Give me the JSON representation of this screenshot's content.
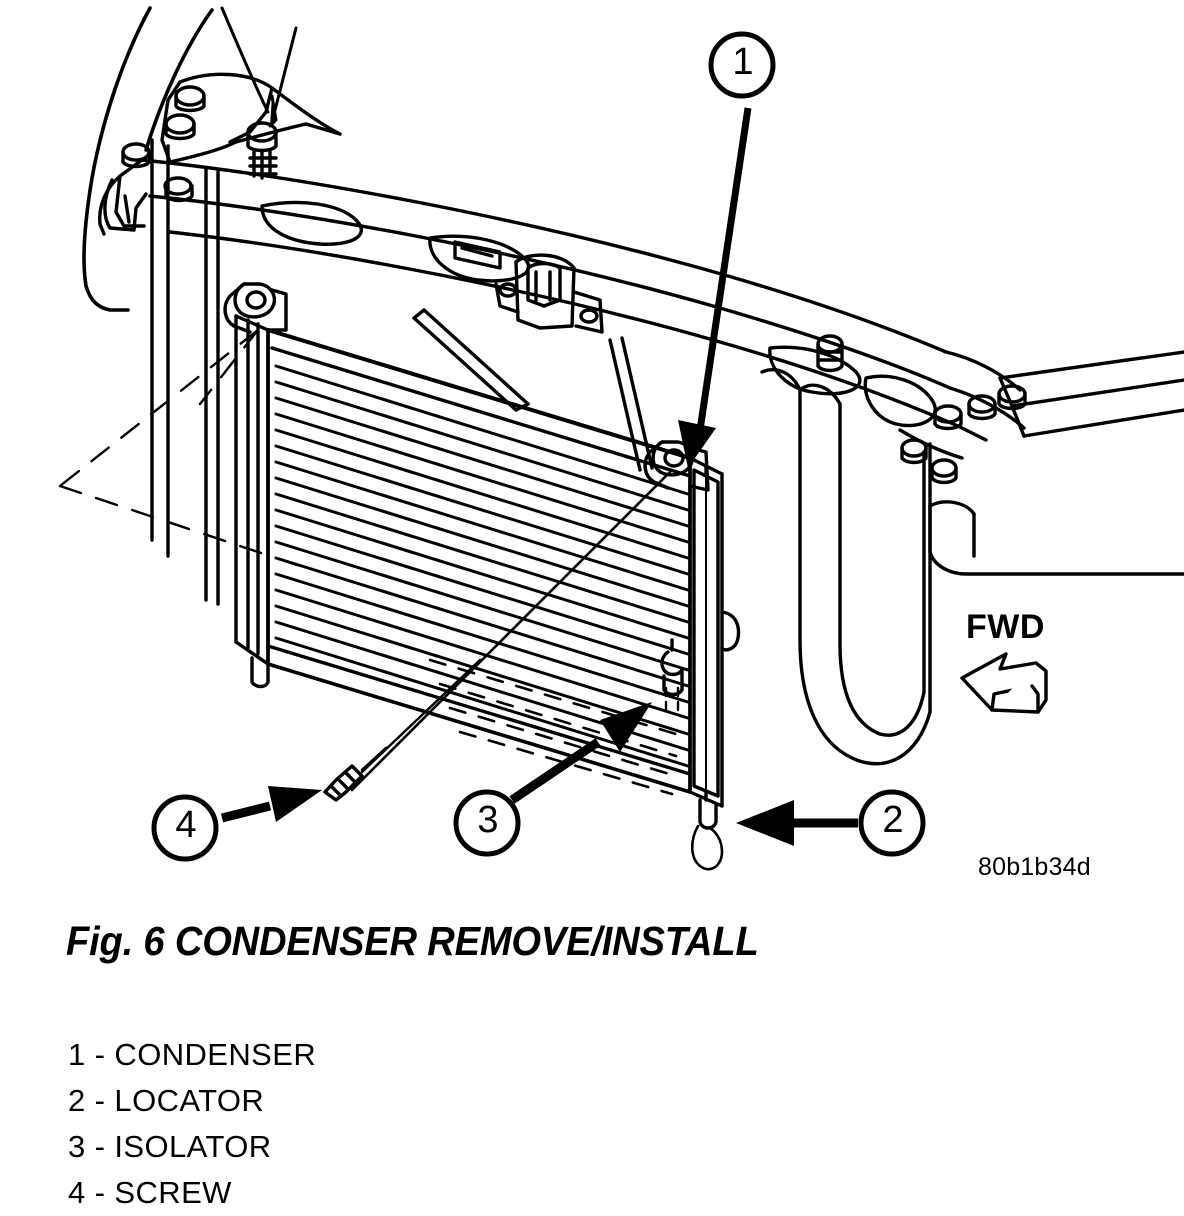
{
  "figure": {
    "title": "Fig. 6 CONDENSER REMOVE/INSTALL",
    "code": "80b1b34d",
    "orientation_label": "FWD",
    "subject": "condenser-remove-install-diagram"
  },
  "callouts": [
    {
      "number": "1",
      "target": "condenser"
    },
    {
      "number": "2",
      "target": "locator"
    },
    {
      "number": "3",
      "target": "isolator"
    },
    {
      "number": "4",
      "target": "screw"
    }
  ],
  "legend": {
    "items": [
      {
        "number": "1",
        "dash": "-",
        "label": "CONDENSER"
      },
      {
        "number": "2",
        "dash": "-",
        "label": "LOCATOR"
      },
      {
        "number": "3",
        "dash": "-",
        "label": "ISOLATOR"
      },
      {
        "number": "4",
        "dash": "-",
        "label": "SCREW"
      }
    ]
  },
  "colors": {
    "line": "#000000",
    "background": "#ffffff"
  }
}
